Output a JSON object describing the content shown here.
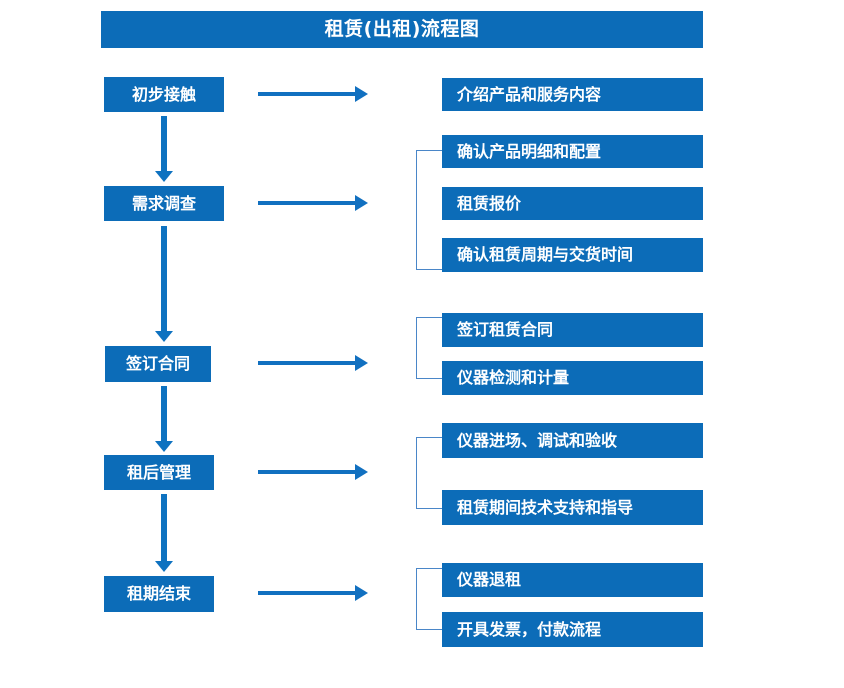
{
  "diagram": {
    "title": "租赁(出租)流程图",
    "colors": {
      "box_blue": "#0C6CB8",
      "arrow_blue": "#1170C0",
      "bracket_blue": "#4A86C8",
      "text_white": "#FFFFFF",
      "background": "#FFFFFF"
    },
    "stages": [
      {
        "id": "stage-1",
        "label": "初步接触"
      },
      {
        "id": "stage-2",
        "label": "需求调查"
      },
      {
        "id": "stage-3",
        "label": "签订合同"
      },
      {
        "id": "stage-4",
        "label": "租后管理"
      },
      {
        "id": "stage-5",
        "label": "租期结束"
      }
    ],
    "details": [
      {
        "id": "detail-1",
        "label": "介绍产品和服务内容",
        "stage": "初步接触"
      },
      {
        "id": "detail-2",
        "label": "确认产品明细和配置",
        "stage": "需求调查"
      },
      {
        "id": "detail-3",
        "label": "租赁报价",
        "stage": "需求调查"
      },
      {
        "id": "detail-4",
        "label": "确认租赁周期与交货时间",
        "stage": "需求调查"
      },
      {
        "id": "detail-5",
        "label": "签订租赁合同",
        "stage": "签订合同"
      },
      {
        "id": "detail-6",
        "label": "仪器检测和计量",
        "stage": "签订合同"
      },
      {
        "id": "detail-7",
        "label": "仪器进场、调试和验收",
        "stage": "租后管理"
      },
      {
        "id": "detail-8",
        "label": "租赁期间技术支持和指导",
        "stage": "租后管理"
      },
      {
        "id": "detail-9",
        "label": "仪器退租",
        "stage": "租期结束"
      },
      {
        "id": "detail-10",
        "label": "开具发票，付款流程",
        "stage": "租期结束"
      }
    ],
    "connectors": {
      "stage_flow_arrows": 4,
      "stage_to_detail_arrows": 5,
      "group_brackets": 4
    }
  }
}
